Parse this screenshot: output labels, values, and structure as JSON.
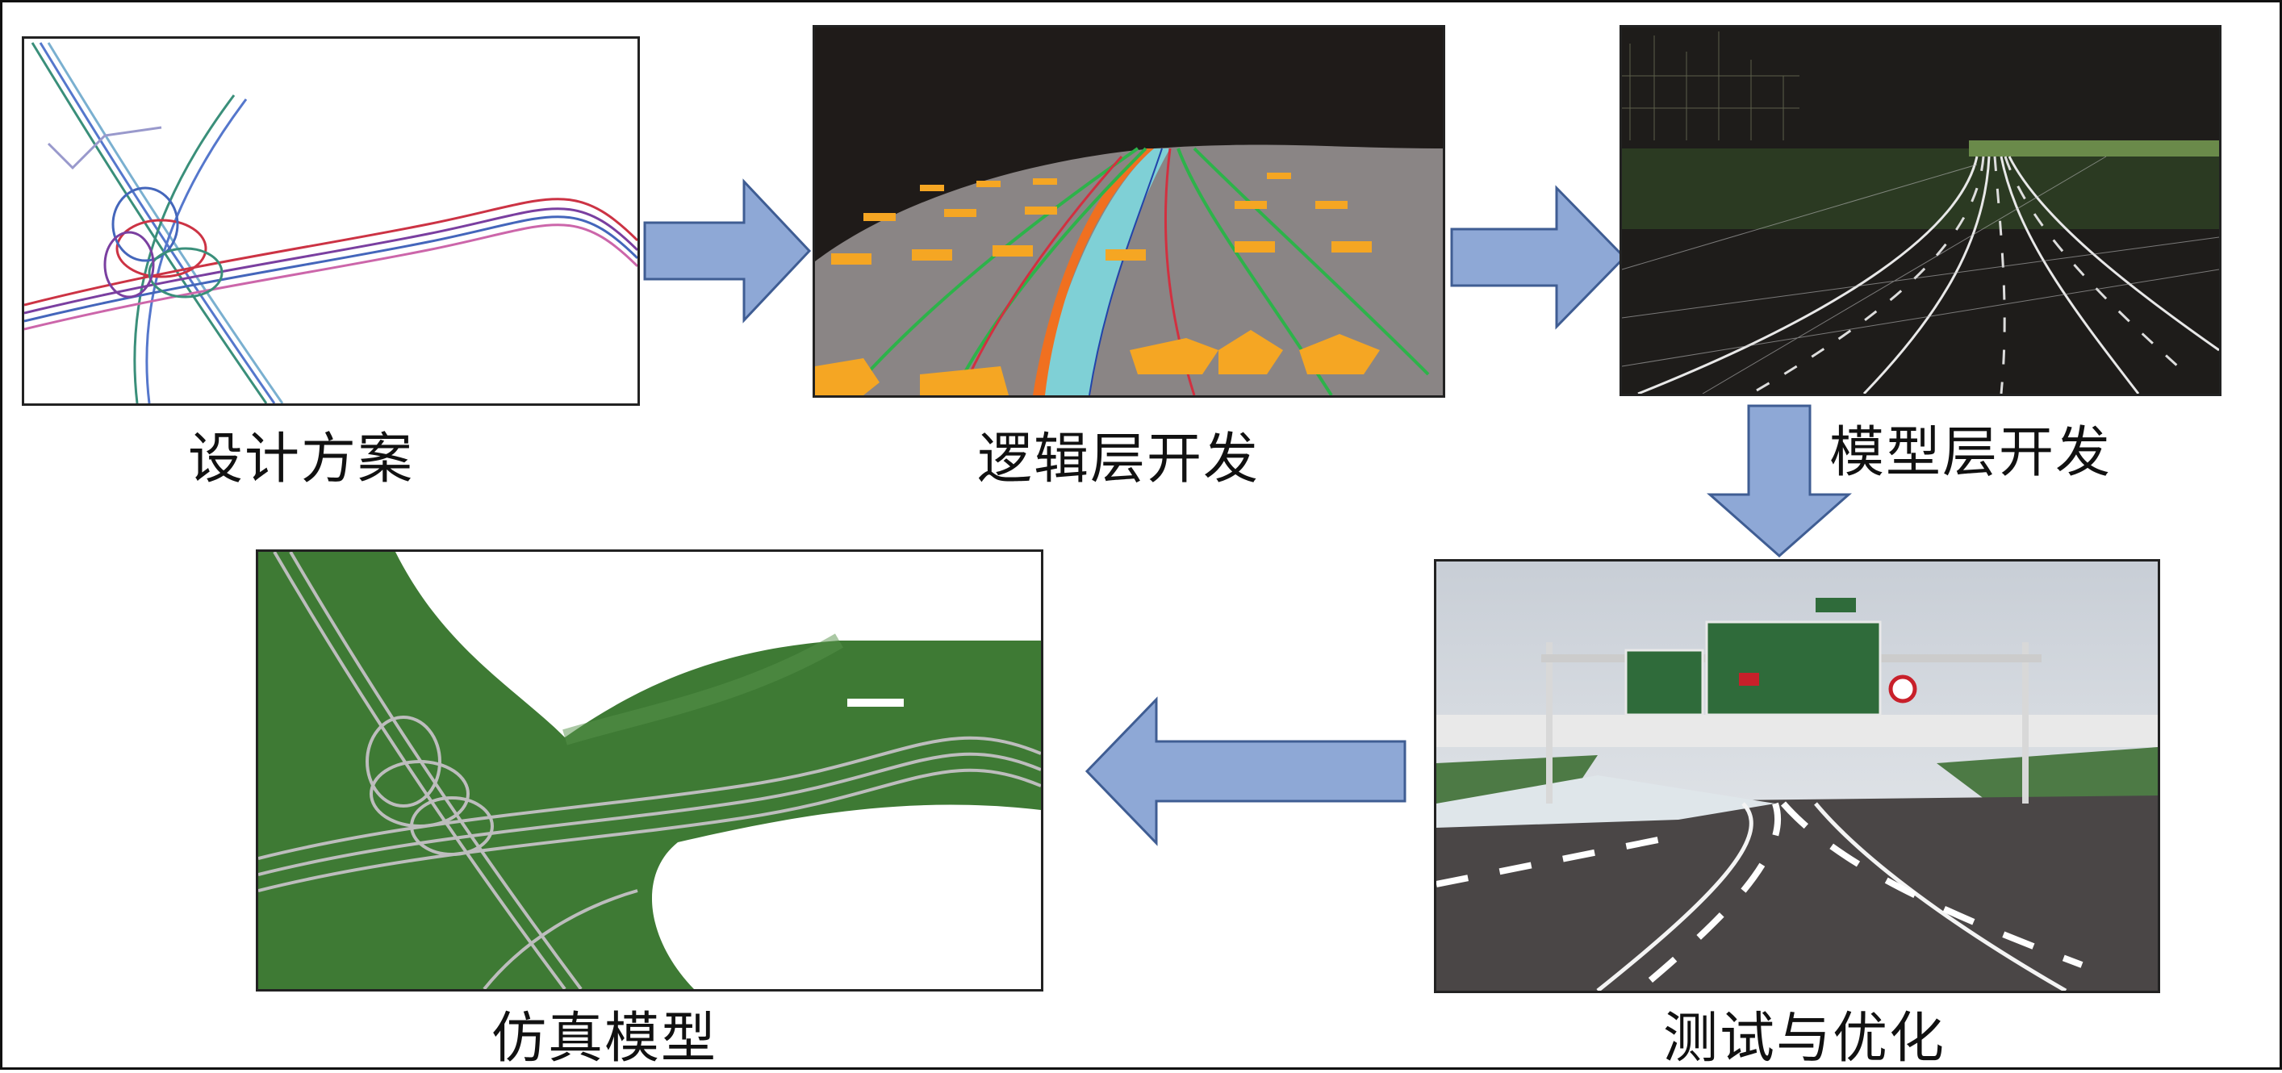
{
  "steps": {
    "design": "设计方案",
    "logic": "逻辑层开发",
    "model": "模型层开发",
    "test": "测试与优化",
    "sim": "仿真模型"
  },
  "colors": {
    "arrow_fill": "#8ea8d6",
    "arrow_stroke": "#3f5d93",
    "terrain": "#3e7a34",
    "road_gray": "#8a8585",
    "lane_green": "#2db34a",
    "lane_orange": "#f5a623"
  }
}
